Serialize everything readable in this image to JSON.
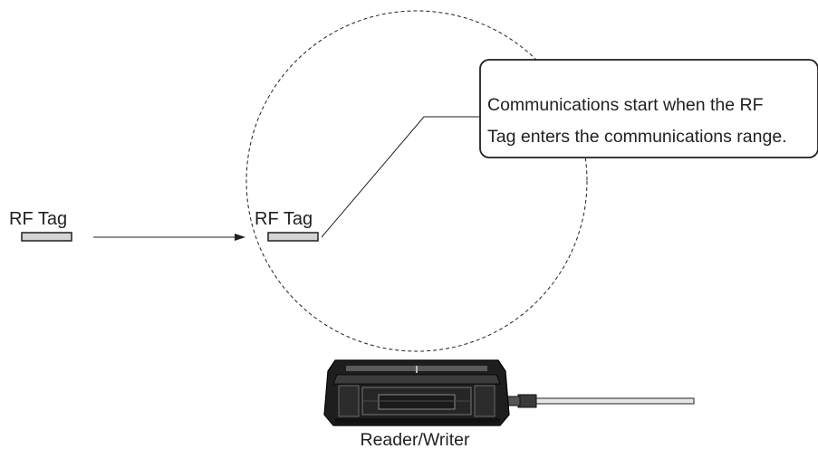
{
  "tag_left_label": "RF Tag",
  "tag_in_range_label": "RF Tag",
  "callout": {
    "line1": "Communications start when the RF",
    "line2": "Tag enters the communications range."
  },
  "device_label": "Reader/Writer",
  "colors": {
    "ink": "#231f20",
    "tag_fill": "#d4d4d4",
    "device_dark": "#1e1e1e",
    "device_mid": "#5a5a5a",
    "cable_fill": "#e6e6e6"
  }
}
